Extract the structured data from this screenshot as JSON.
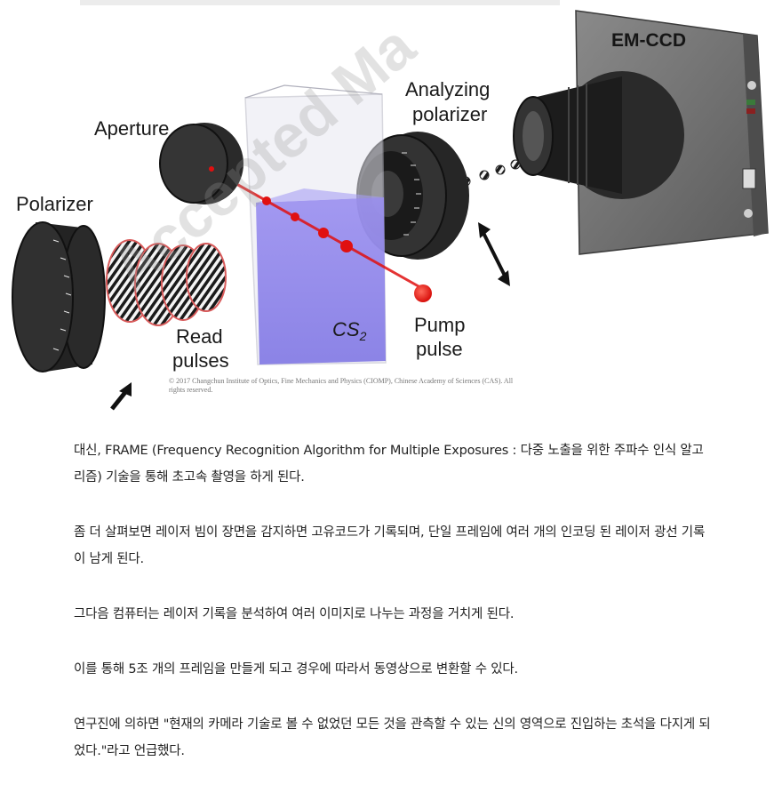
{
  "figure": {
    "labels": {
      "polarizer": "Polarizer",
      "aperture": "Aperture",
      "analyzing_line1": "Analyzing",
      "analyzing_line2": "polarizer",
      "read_line1": "Read",
      "read_line2": "pulses",
      "pump_line1": "Pump",
      "pump_line2": "pulse",
      "medium": "CS",
      "medium_sub": "2",
      "camera": "EM-CCD"
    },
    "watermark": "Accepted Ma",
    "copyright_line1": "© 2017 Changchun Institute of Optics, Fine Mechanics and Physics (CIOMP), Chinese Academy of Sciences (CAS). All",
    "copyright_line2": "rights reserved.",
    "colors": {
      "beam": "#e01010",
      "cuvette_liquid": "#8f84ea",
      "camera_body": "#6b6b6b",
      "lens": "#1c1c1c"
    }
  },
  "article": {
    "paragraphs": [
      "대신, FRAME (Frequency Recognition Algorithm for Multiple Exposures : 다중 노출을 위한 주파수 인식 알고리즘) 기술을 통해 초고속 촬영을 하게 된다.",
      "좀 더 살펴보면 레이저 빔이 장면을 감지하면 고유코드가 기록되며, 단일 프레임에 여러 개의 인코딩 된 레이저 광선 기록이 남게 된다.",
      "그다음 컴퓨터는 레이저 기록을 분석하여 여러 이미지로 나누는 과정을 거치게 된다.",
      "이를 통해 5조 개의 프레임을 만들게 되고 경우에 따라서 동영상으로 변환할 수 있다.",
      "연구진에 의하면 \"현재의 카메라 기술로 볼 수 없었던 모든 것을 관측할 수 있는 신의 영역으로 진입하는 초석을 다지게 되었다.\"라고 언급했다."
    ]
  }
}
